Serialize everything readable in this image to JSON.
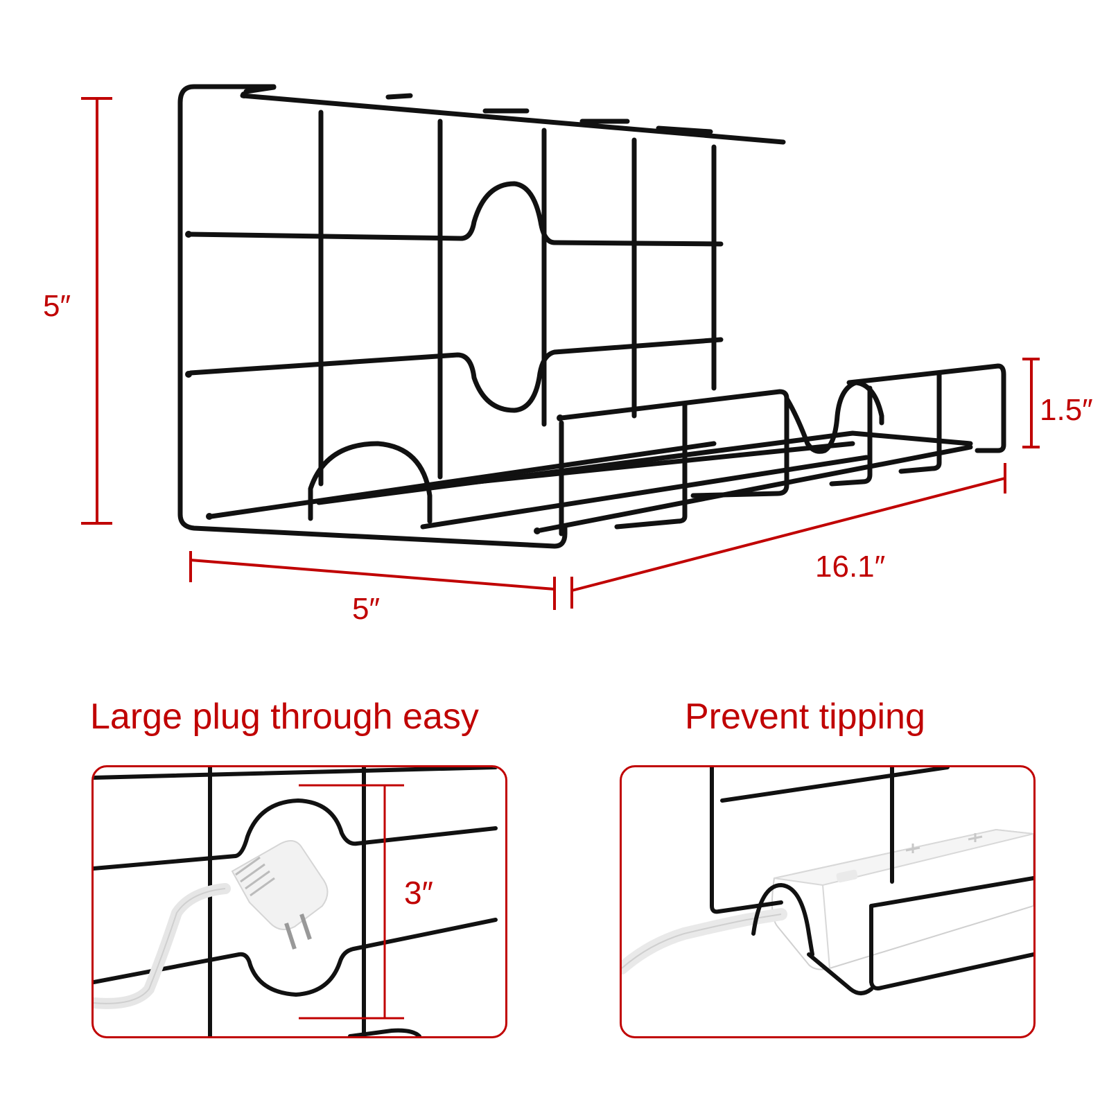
{
  "dimensions": {
    "height_total": "5″",
    "width_depth": "5″",
    "length": "16.1″",
    "tray_height": "1.5″",
    "hole_diameter": "3″"
  },
  "captions": {
    "left": "Large plug through easy",
    "right": "Prevent tipping"
  },
  "colors": {
    "accent": "#c00000",
    "wire": "#111111"
  }
}
